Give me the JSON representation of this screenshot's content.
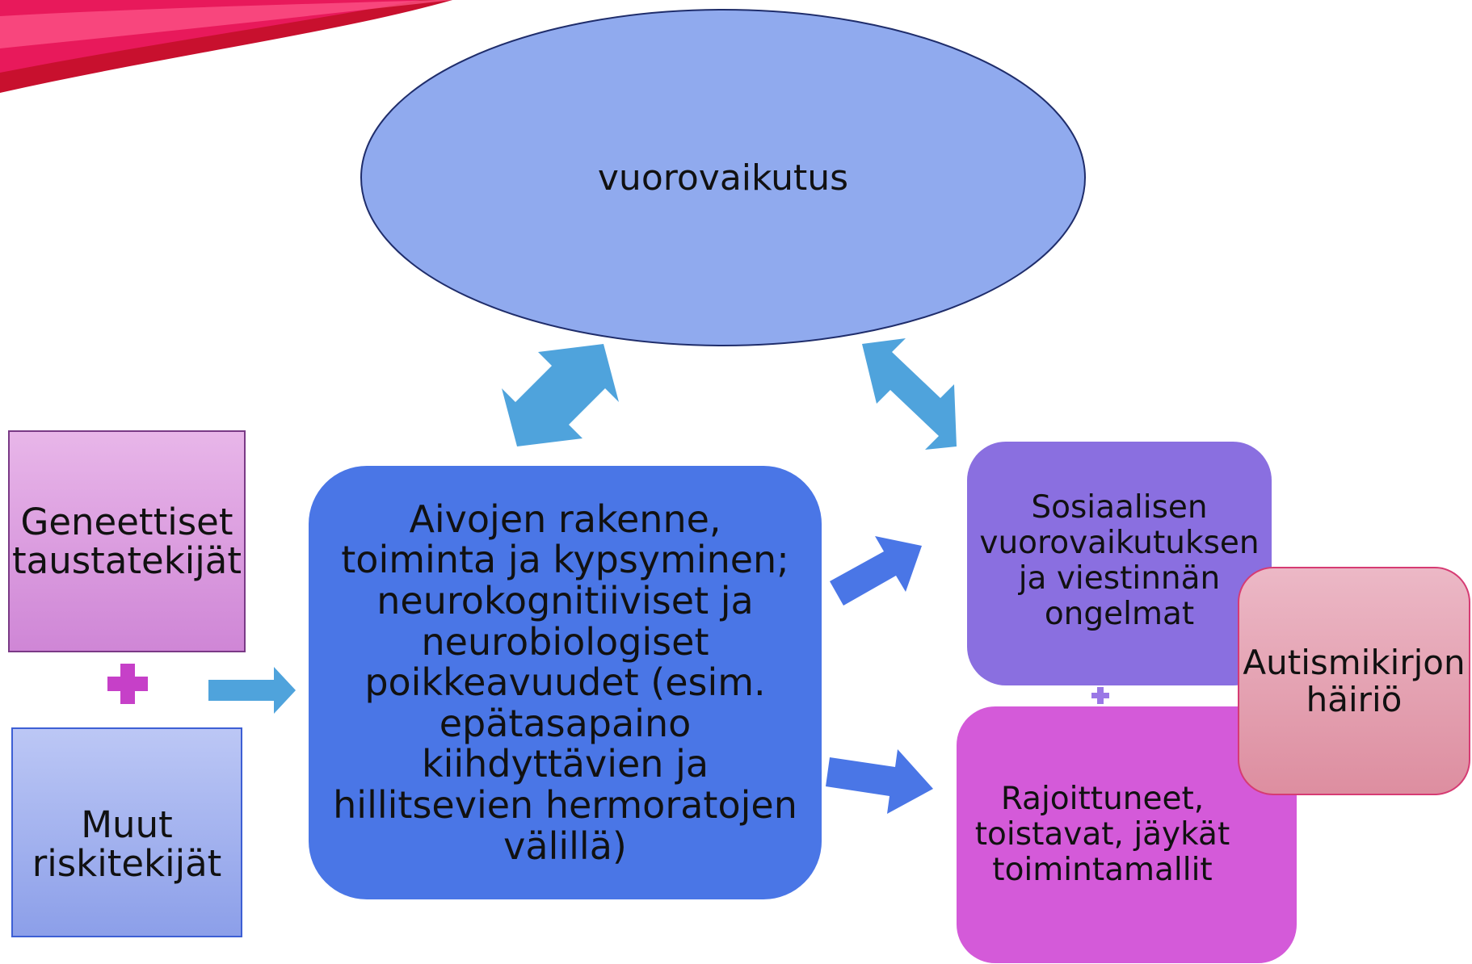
{
  "nodes": {
    "center": "vuorovaikutus",
    "genetic": "Geneettiset\ntaustatekijät",
    "other_risk": "Muut\nriskitekijät",
    "brain": "Aivojen rakenne,\ntoiminta ja kypsyminen;\nneurokognitiiviset ja\nneurobiologiset\npoikkeavuudet (esim.\nepätasapaino\nkiihdyttävien ja\nhillitsevien hermoratojen\nvälillä)",
    "social": "Sosiaalisen\nvuorovaikutuksen\nja viestinnän\nongelmat",
    "restricted": "Rajoittuneet,\ntoistavat, jäykät\ntoimintamallit",
    "autism": "Autismikirjon\nhäiriö"
  },
  "colors": {
    "ellipse": "#90aaee",
    "plus": "#c640c8",
    "arrow_light": "#4fa3dc",
    "arrow_dark": "#4a76e6",
    "plus_small": "#9a78e6"
  }
}
